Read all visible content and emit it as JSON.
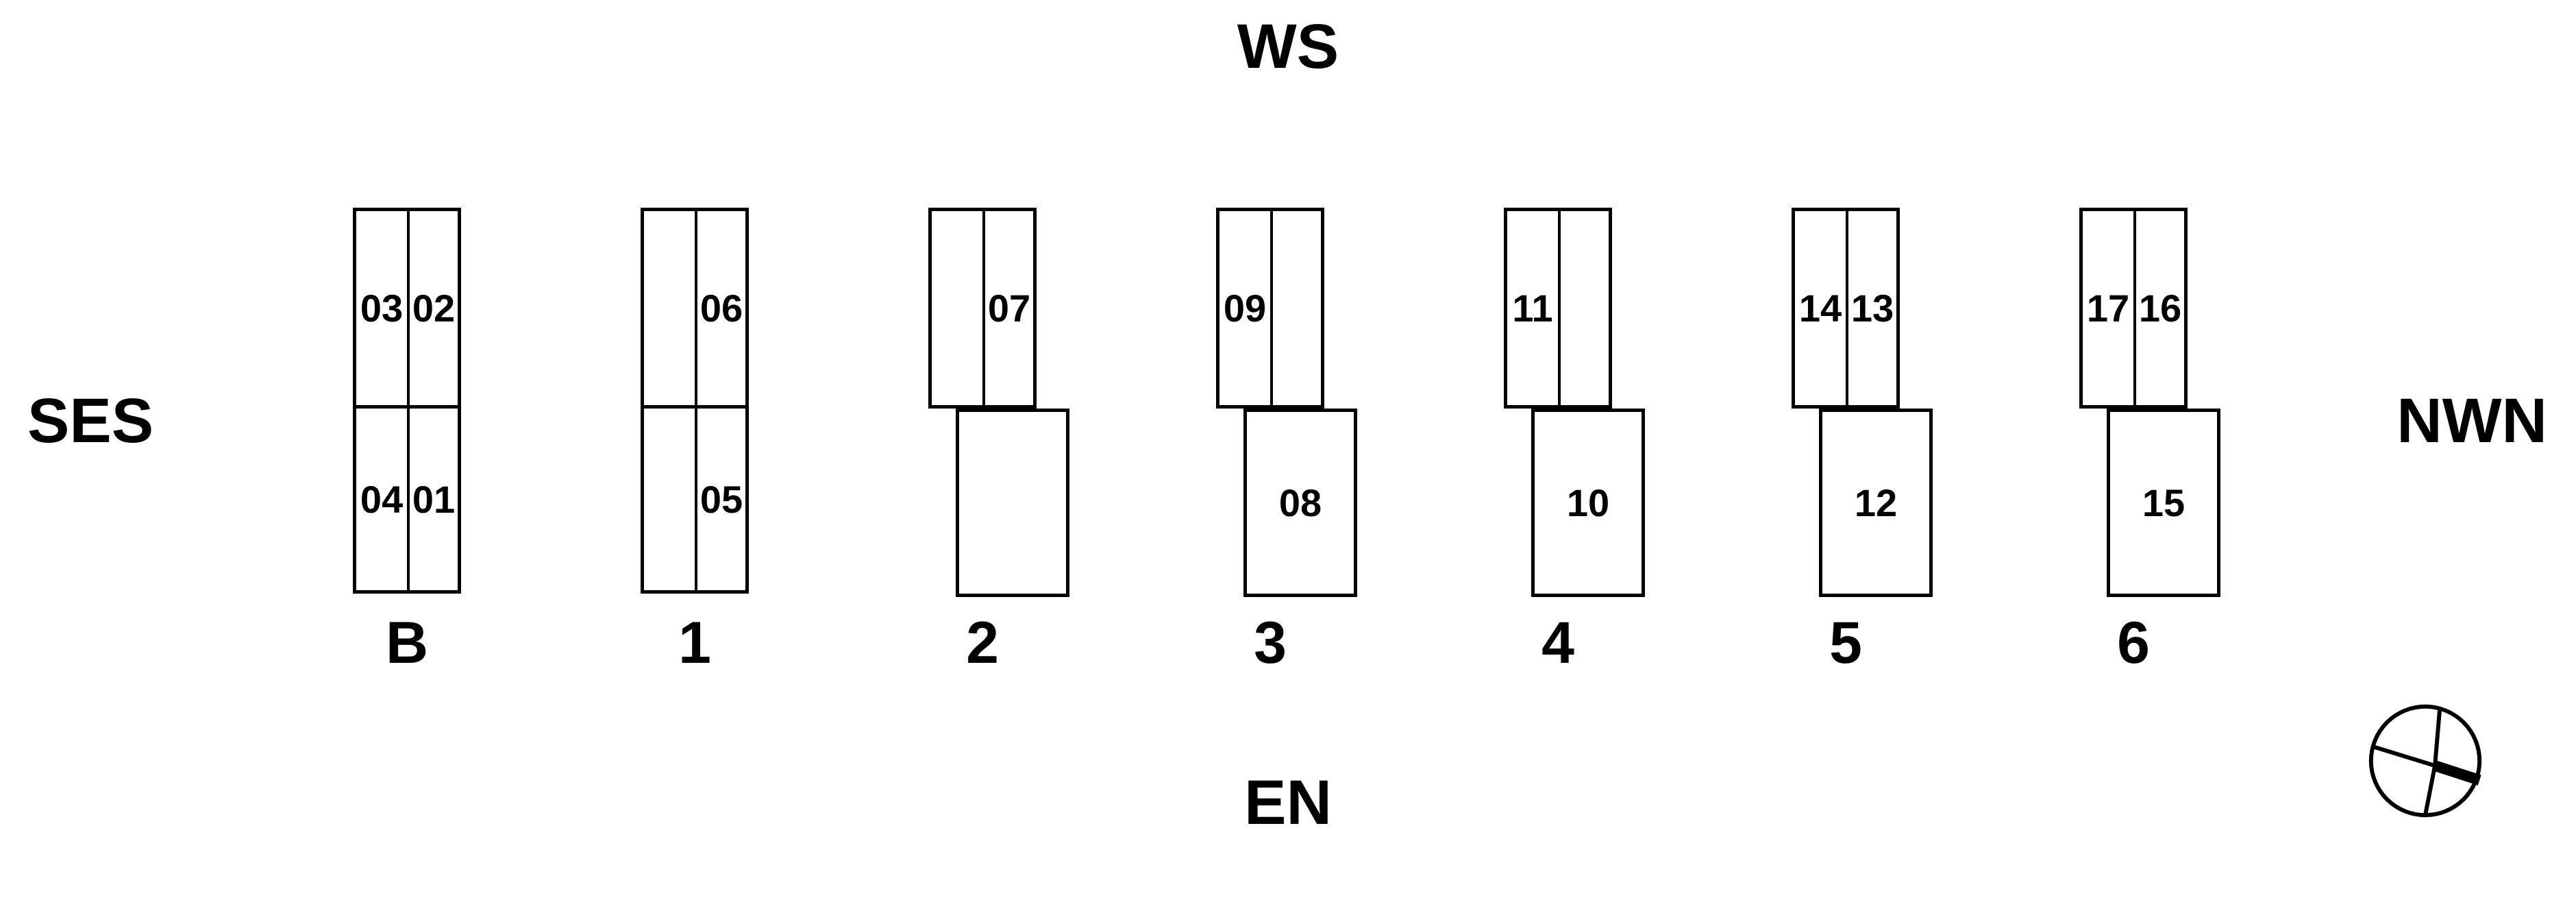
{
  "diagram": {
    "type": "berth-layout-plan",
    "title_visible": false,
    "edge_labels": {
      "top": "WS",
      "bottom": "EN",
      "left": "SES",
      "right": "NWN"
    },
    "colors": {
      "stroke": "#000000",
      "background": "#ffffff",
      "text": "#000000"
    },
    "compass": {
      "name": "north-arrow-compass-rose",
      "needle_direction": "east-southeast"
    }
  },
  "groups": [
    {
      "caption": "B",
      "bottom_style": "full",
      "top": [
        {
          "label": "03"
        },
        {
          "label": "02"
        }
      ],
      "bottom": [
        {
          "label": "04"
        },
        {
          "label": "01"
        }
      ]
    },
    {
      "caption": "1",
      "bottom_style": "full",
      "top": [
        {
          "label": ""
        },
        {
          "label": "06"
        }
      ],
      "bottom": [
        {
          "label": ""
        },
        {
          "label": "05"
        }
      ]
    },
    {
      "caption": "2",
      "bottom_style": "inset",
      "top": [
        {
          "label": ""
        },
        {
          "label": "07"
        }
      ],
      "bottom": [
        {
          "label": ""
        }
      ]
    },
    {
      "caption": "3",
      "bottom_style": "inset",
      "top": [
        {
          "label": "09"
        },
        {
          "label": ""
        }
      ],
      "bottom": [
        {
          "label": "08"
        }
      ]
    },
    {
      "caption": "4",
      "bottom_style": "inset",
      "top": [
        {
          "label": "11"
        },
        {
          "label": ""
        }
      ],
      "bottom": [
        {
          "label": "10"
        }
      ]
    },
    {
      "caption": "5",
      "bottom_style": "inset",
      "top": [
        {
          "label": "14"
        },
        {
          "label": "13"
        }
      ],
      "bottom": [
        {
          "label": "12"
        }
      ]
    },
    {
      "caption": "6",
      "bottom_style": "inset",
      "top": [
        {
          "label": "17"
        },
        {
          "label": "16"
        }
      ],
      "bottom": [
        {
          "label": "15"
        }
      ]
    }
  ]
}
